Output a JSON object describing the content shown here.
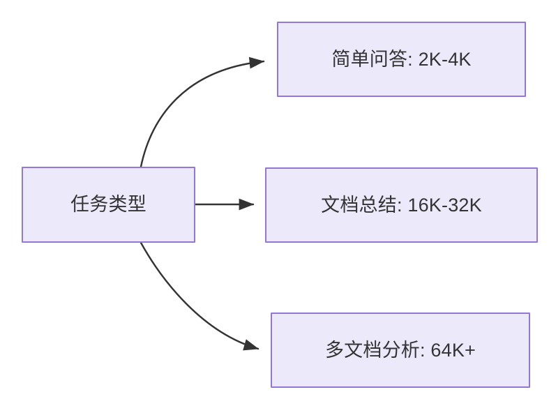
{
  "diagram": {
    "type": "flowchart",
    "direction": "left-to-right",
    "title": "任务类型",
    "background_color": "#ffffff",
    "node_fill_color": "#ECEAFA",
    "node_border_color": "#9277D9",
    "node_text_color": "#333333",
    "edge_color": "#333333",
    "source_node": {
      "id": "source",
      "label": "任务类型"
    },
    "target_nodes": [
      {
        "id": "simple-qa",
        "label": "简单问答: 2K-4K",
        "task": "简单问答",
        "context_range": "2K-4K"
      },
      {
        "id": "doc-summary",
        "label": "文档总结: 16K-32K",
        "task": "文档总结",
        "context_range": "16K-32K"
      },
      {
        "id": "multi-doc",
        "label": "多文档分析: 64K+",
        "task": "多文档分析",
        "context_range": "64K+"
      }
    ],
    "edges": [
      {
        "id": "edge-to-simple-qa",
        "from": "source",
        "to": "simple-qa",
        "label": "",
        "style": "curved-arrow"
      },
      {
        "id": "edge-to-doc-summary",
        "from": "source",
        "to": "doc-summary",
        "label": "",
        "style": "straight-arrow"
      },
      {
        "id": "edge-to-multi-doc",
        "from": "source",
        "to": "multi-doc",
        "label": "",
        "style": "curved-arrow"
      }
    ]
  }
}
